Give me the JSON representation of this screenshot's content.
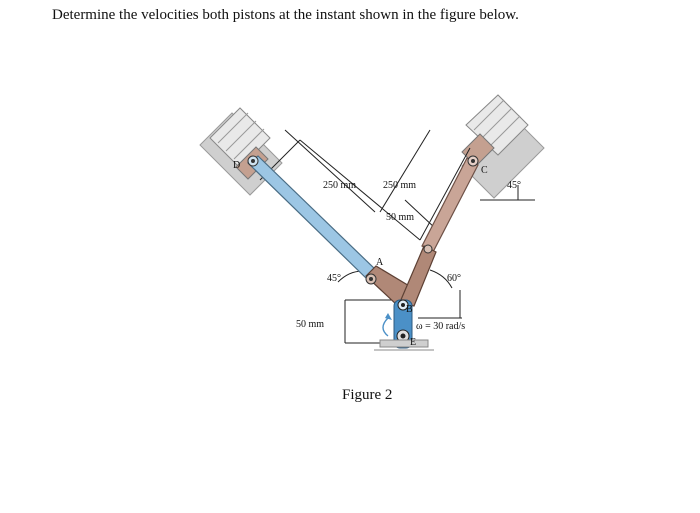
{
  "question": "Determine the velocities both pistons at the instant shown in the figure below.",
  "figure": {
    "caption": "Figure 2",
    "labels": {
      "point_d": "D",
      "point_c": "C",
      "point_a": "A",
      "point_b": "B",
      "point_e": "E",
      "dim_left_250": "250 mm",
      "dim_right_250": "250 mm",
      "dim_50_top": "50 mm",
      "dim_50_left": "50 mm",
      "angle_left": "45°",
      "angle_right_top": "45°",
      "angle_right": "60°",
      "omega": "ω = 30 rad/s"
    },
    "colors": {
      "left_rod": "#9cc6e4",
      "right_rod": "#c9a597",
      "crank": "#b08877",
      "piston_body": "#e8e8e8",
      "cylinder": "#c8c8c8",
      "pin": "#4b90c7"
    }
  }
}
